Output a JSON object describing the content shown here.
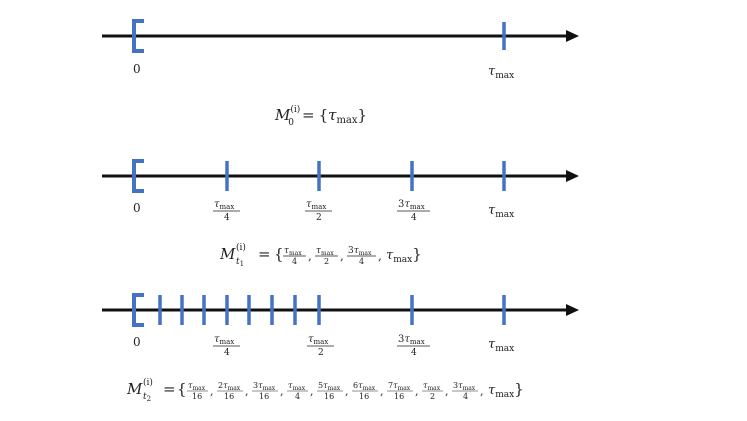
{
  "colors": {
    "axis": "#111111",
    "tick": "#4472C4",
    "text": "#222222"
  },
  "labels": {
    "zero": "0",
    "tau": "τ",
    "max": "max",
    "M": "M",
    "sup_i": "(i)",
    "sub_0": "0",
    "sub_t": "t",
    "sub_1": "1",
    "sub_2": "2",
    "eq": "=",
    "lbrace": "{",
    "rbrace": "}",
    "comma": ",",
    "frac_4": "4",
    "frac_2": "2",
    "frac_16": "16",
    "coef_3": "3",
    "coef_2": "2",
    "coef_5": "5",
    "coef_6": "6",
    "coef_7": "7"
  },
  "number_lines": [
    {
      "id": "line-0",
      "ticks": [
        1
      ]
    },
    {
      "id": "line-1",
      "ticks": [
        0.25,
        0.5,
        0.75,
        1
      ]
    },
    {
      "id": "line-2",
      "ticks": [
        0.0625,
        0.125,
        0.1875,
        0.25,
        0.3125,
        0.375,
        0.4375,
        0.5,
        0.75,
        1
      ]
    }
  ]
}
